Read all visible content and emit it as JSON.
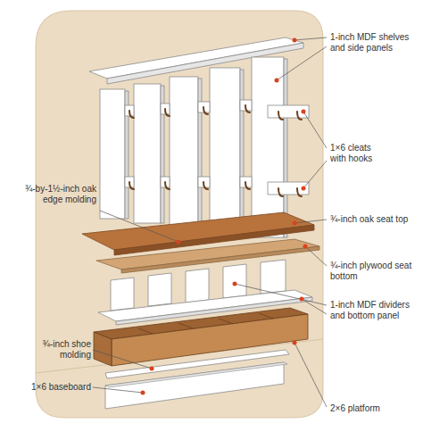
{
  "diagram": {
    "labels": [
      "1-inch MDF shelves and side panels",
      "1×6 cleats with hooks",
      "¾-by-1½-inch oak edge molding",
      "¾-inch oak seat top",
      "¾-inch plywood seat bottom",
      "1-inch MDF dividers and bottom panel",
      "¾-inch shoe molding",
      "1×6 baseboard",
      "2×6 platform"
    ]
  }
}
